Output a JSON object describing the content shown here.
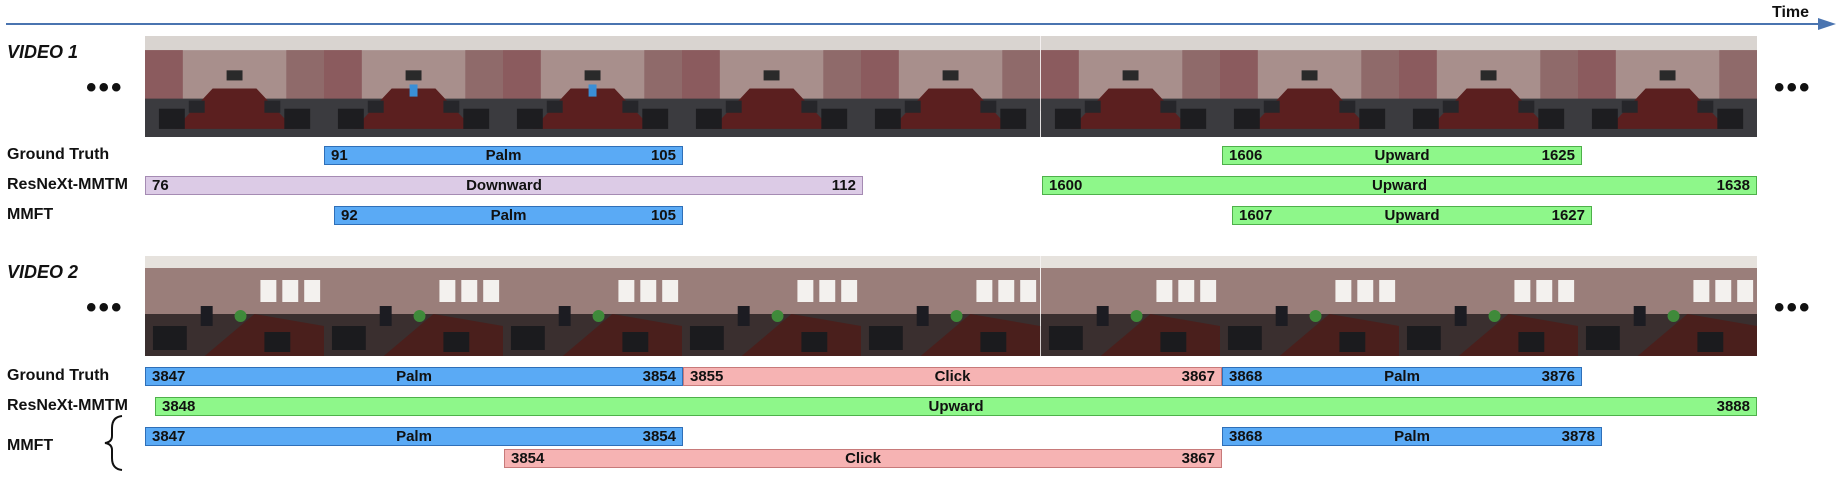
{
  "time_label": "Time",
  "ellipsis": "•••",
  "class_colors": {
    "Palm": {
      "fill": "#5aaaf5",
      "border": "#2f6fb8"
    },
    "Upward": {
      "fill": "#8ef78a",
      "border": "#4eb04a"
    },
    "Downward": {
      "fill": "#dccbe6",
      "border": "#a58bb3"
    },
    "Click": {
      "fill": "#f6b3b3",
      "border": "#c77a7a"
    }
  },
  "videos": [
    {
      "title": "VIDEO 1",
      "rows": [
        {
          "label": "Ground Truth",
          "segments": [
            {
              "start": "91",
              "end": "105",
              "label": "Palm"
            },
            {
              "start": "1606",
              "end": "1625",
              "label": "Upward"
            }
          ]
        },
        {
          "label": "ResNeXt-MMTM",
          "segments": [
            {
              "start": "76",
              "end": "112",
              "label": "Downward"
            },
            {
              "start": "1600",
              "end": "1638",
              "label": "Upward"
            }
          ]
        },
        {
          "label": "MMFT",
          "segments": [
            {
              "start": "92",
              "end": "105",
              "label": "Palm"
            },
            {
              "start": "1607",
              "end": "1627",
              "label": "Upward"
            }
          ]
        }
      ]
    },
    {
      "title": "VIDEO 2",
      "rows": [
        {
          "label": "Ground Truth",
          "segments": [
            {
              "start": "3847",
              "end": "3854",
              "label": "Palm"
            },
            {
              "start": "3855",
              "end": "3867",
              "label": "Click"
            },
            {
              "start": "3868",
              "end": "3876",
              "label": "Palm"
            }
          ]
        },
        {
          "label": "ResNeXt-MMTM",
          "segments": [
            {
              "start": "3848",
              "end": "3888",
              "label": "Upward"
            }
          ]
        },
        {
          "label": "MMFT",
          "segments": [
            {
              "start": "3847",
              "end": "3854",
              "label": "Palm"
            },
            {
              "start": "3868",
              "end": "3878",
              "label": "Palm"
            },
            {
              "start": "3854",
              "end": "3867",
              "label": "Click"
            }
          ]
        }
      ]
    }
  ]
}
